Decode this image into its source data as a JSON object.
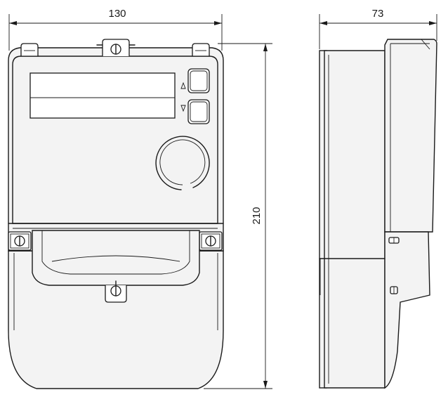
{
  "dimensions": {
    "width_label": "130",
    "depth_label": "73",
    "height_label": "210"
  },
  "icons": {
    "up": "up-triangle-icon",
    "down": "down-triangle-icon",
    "screw": "screw-icon"
  },
  "colors": {
    "line": "#1a1a1a",
    "body": "#f3f3f3",
    "background": "#ffffff"
  }
}
